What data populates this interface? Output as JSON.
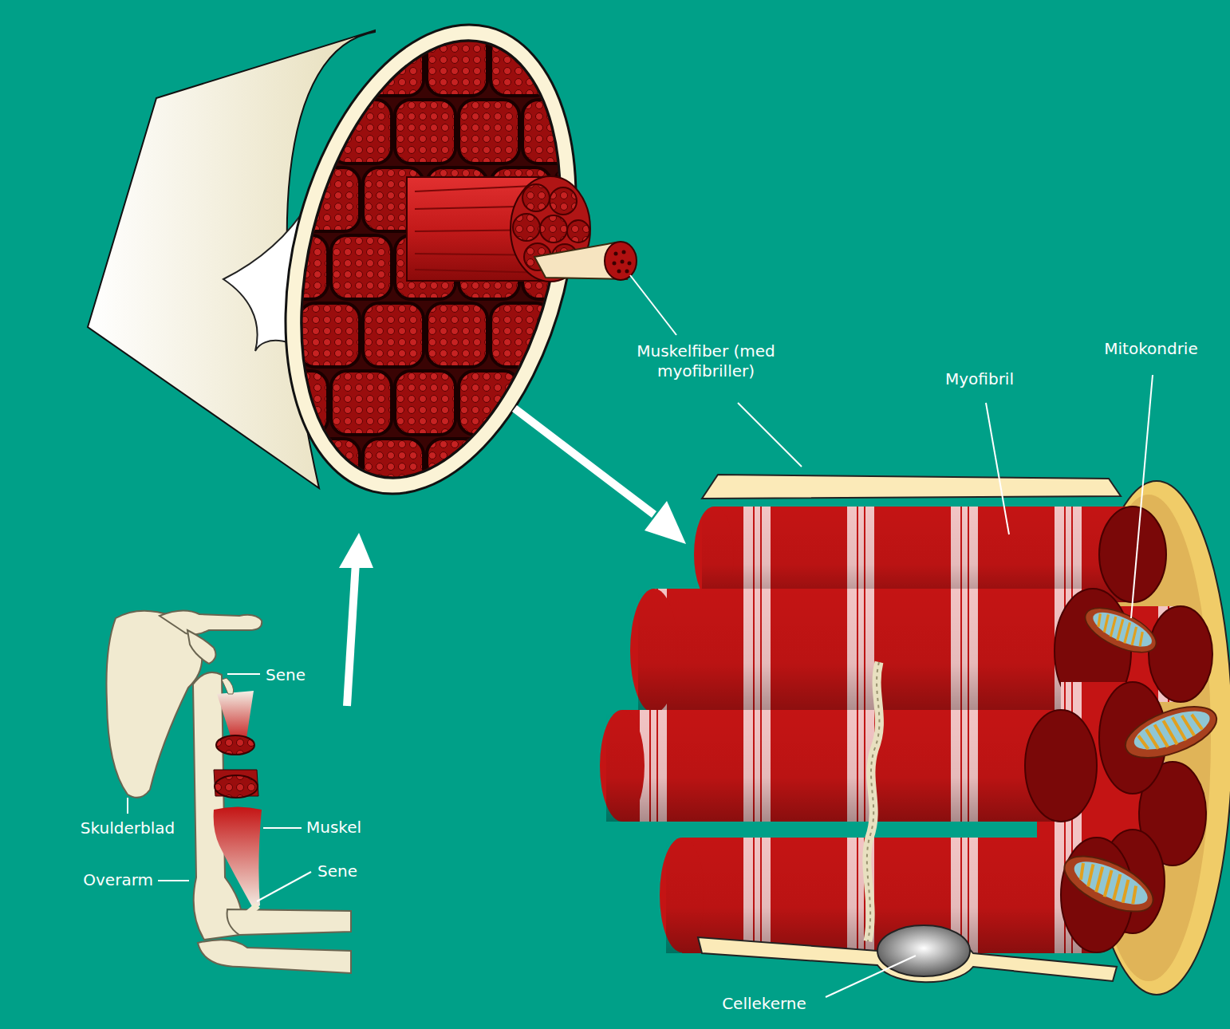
{
  "diagram": {
    "labels": [
      "Muskelfiber (med myofibriller)",
      "Myofibril",
      "Mitokondrie",
      "Sene",
      "Skulderblad",
      "Muskel",
      "Overarm",
      "Sene",
      "Cellekerne"
    ]
  }
}
